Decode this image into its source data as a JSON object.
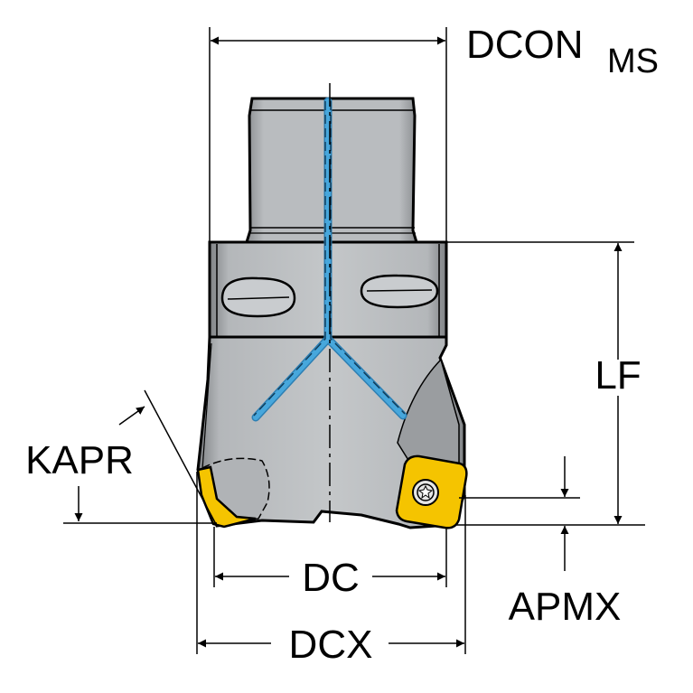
{
  "labels": {
    "dcon_main": "DCON",
    "dcon_sub": "MS",
    "lf": "LF",
    "kapr": "KAPR",
    "dc": "DC",
    "dcx": "DCX",
    "apmx": "APMX"
  },
  "colors": {
    "body": "#aeb1b4",
    "body_dark": "#6f7275",
    "outline": "#000000",
    "coolant": "#47a7dc",
    "insert": "#f5c400",
    "background": "#ffffff"
  },
  "icons": {
    "insert_screw": "torx-screw-icon"
  }
}
